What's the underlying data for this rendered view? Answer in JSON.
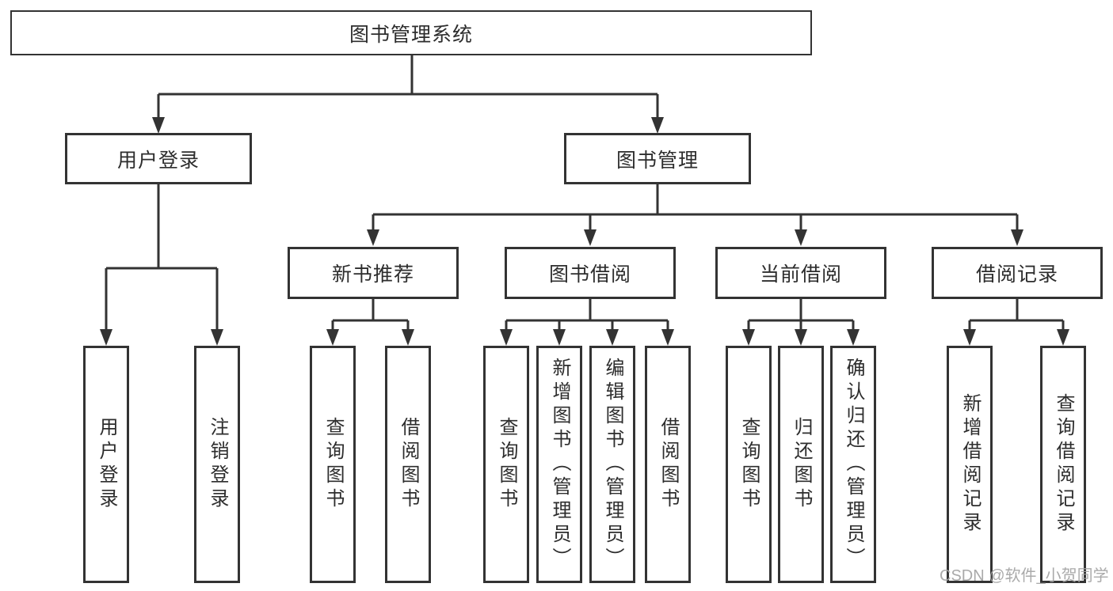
{
  "root": {
    "label": "图书管理系统"
  },
  "branches": [
    {
      "label": "用户登录",
      "children": [
        {
          "label": "用户登录"
        },
        {
          "label": "注销登录"
        }
      ]
    },
    {
      "label": "图书管理",
      "children": [
        {
          "label": "新书推荐",
          "children": [
            {
              "label": "查询图书"
            },
            {
              "label": "借阅图书"
            }
          ]
        },
        {
          "label": "图书借阅",
          "children": [
            {
              "label": "查询图书"
            },
            {
              "label": "新增图书（管理员）"
            },
            {
              "label": "编辑图书（管理员）"
            },
            {
              "label": "借阅图书"
            }
          ]
        },
        {
          "label": "当前借阅",
          "children": [
            {
              "label": "查询图书"
            },
            {
              "label": "归还图书"
            },
            {
              "label": "确认归还（管理员）"
            }
          ]
        },
        {
          "label": "借阅记录",
          "children": [
            {
              "label": "新增借阅记录"
            },
            {
              "label": "查询借阅记录"
            }
          ]
        }
      ]
    }
  ],
  "watermark": {
    "text": "CSDN @软件_小贺同学"
  },
  "colors": {
    "line": "#333333",
    "box_border": "#333333",
    "text": "#2d2d2d",
    "watermark": "#a3a3a3",
    "background": "#ffffff"
  }
}
